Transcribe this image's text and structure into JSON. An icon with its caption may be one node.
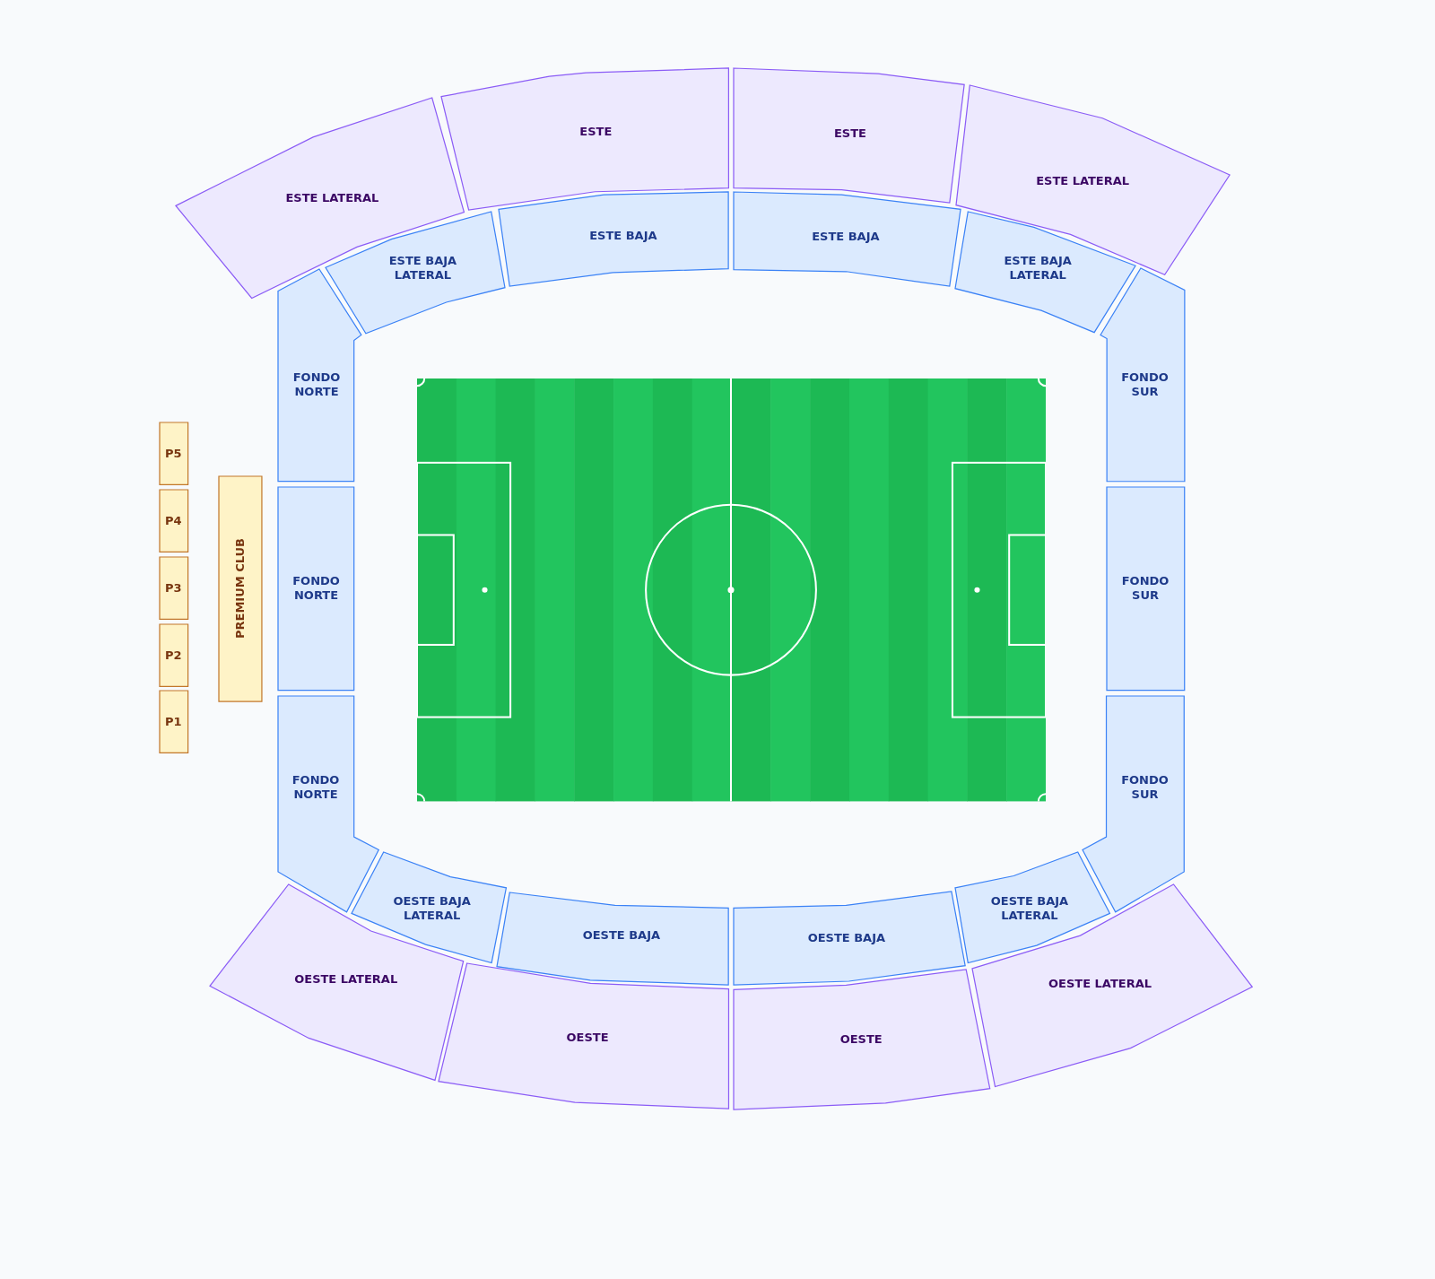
{
  "diagram": {
    "nodes": [
      {
        "text": [
          "ESTE LATERAL"
        ]
      },
      {
        "text": [
          "ESTE"
        ]
      },
      {
        "text": [
          "ESTE"
        ]
      },
      {
        "text": [
          "ESTE LATERAL"
        ]
      },
      {
        "text": [
          "ESTE BAJA LATERAL"
        ]
      },
      {
        "text": [
          "ESTE BAJA"
        ]
      },
      {
        "text": [
          "ESTE BAJA"
        ]
      },
      {
        "text": [
          "ESTE BAJA LATERAL"
        ]
      },
      {
        "text": [
          "FONDO NORTE"
        ]
      },
      {
        "text": [
          "FONDO SUR"
        ]
      },
      {
        "text": [
          "P5"
        ]
      },
      {
        "text": [
          "P4"
        ]
      },
      {
        "text": [
          "PREMIUM CLUB"
        ]
      },
      {
        "text": [
          "P3"
        ]
      },
      {
        "text": [
          "FONDO NORTE"
        ]
      },
      {
        "text": [
          "FONDO SUR"
        ]
      },
      {
        "text": [
          "P2"
        ]
      },
      {
        "text": [
          "P1"
        ]
      },
      {
        "text": [
          "FONDO NORTE"
        ]
      },
      {
        "text": [
          "FONDO SUR"
        ]
      },
      {
        "text": [
          "OESTE BAJA LATERAL"
        ]
      },
      {
        "text": [
          "OESTE BAJA"
        ]
      },
      {
        "text": [
          "OESTE BAJA"
        ]
      },
      {
        "text": [
          "OESTE BAJA LATERAL"
        ]
      },
      {
        "text": [
          "OESTE LATERAL"
        ]
      },
      {
        "text": [
          "OESTE"
        ]
      },
      {
        "text": [
          "OESTE"
        ]
      },
      {
        "text": [
          "OESTE LATERAL"
        ]
      }
    ]
  }
}
